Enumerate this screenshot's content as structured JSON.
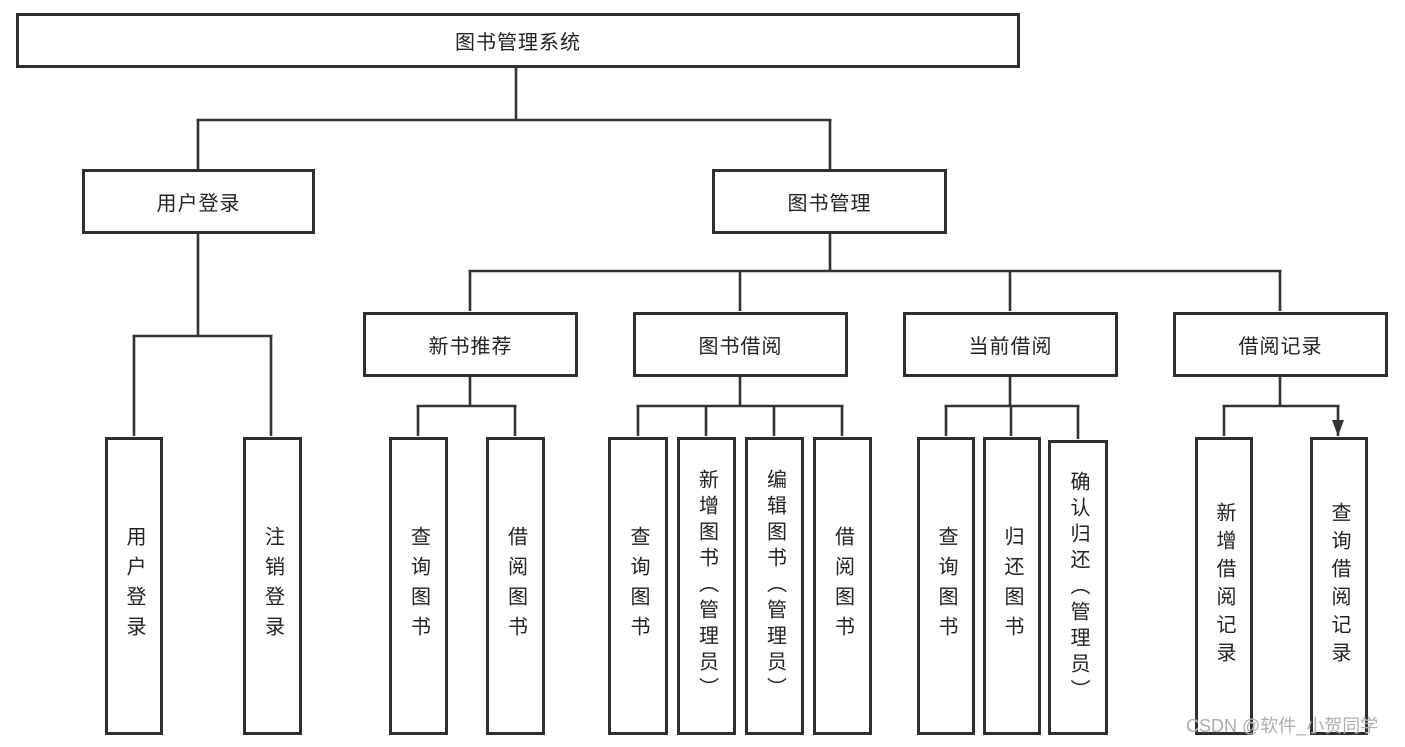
{
  "diagram": {
    "title_node": "图书管理系统",
    "level2": {
      "user_login": "用户登录",
      "book_management": "图书管理"
    },
    "level3": {
      "new_book_recommend": "新书推荐",
      "book_borrow": "图书借阅",
      "current_borrow": "当前借阅",
      "borrow_records": "借阅记录"
    },
    "leaves": {
      "login": [
        "用户登录",
        "注销登录"
      ],
      "new_book": [
        "查询图书",
        "借阅图书"
      ],
      "borrow": [
        "查询图书",
        "新增图书（管理员）",
        "编辑图书（管理员）",
        "借阅图书"
      ],
      "current": [
        "查询图书",
        "归还图书",
        "确认归还（管理员）"
      ],
      "records": [
        "新增借阅记录",
        "查询借阅记录"
      ]
    },
    "colors": {
      "line": "#333333",
      "border": "#2e2e2e",
      "text": "#222222",
      "watermark": "#aeaeae",
      "background": "#ffffff"
    }
  },
  "watermark": {
    "text": "CSDN @软件_小贺同学"
  }
}
